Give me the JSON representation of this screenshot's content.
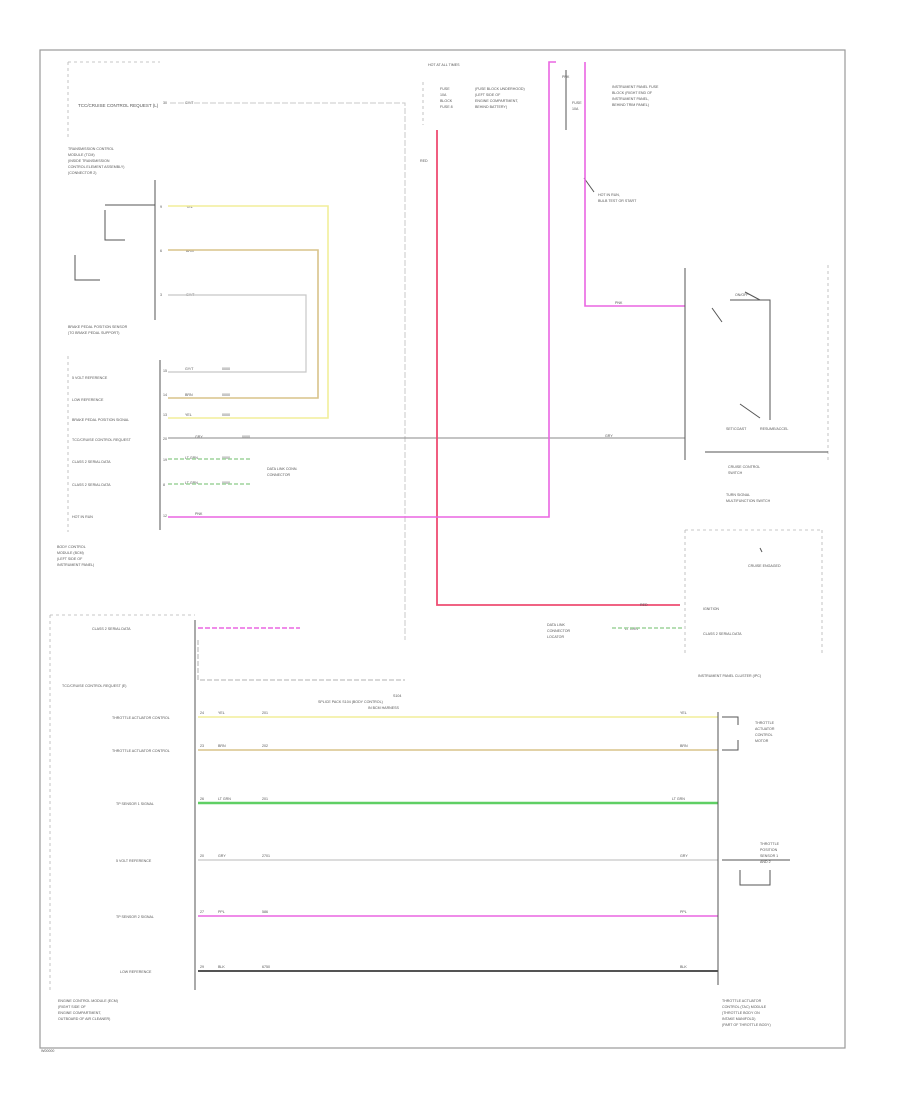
{
  "figure_code": "W00000",
  "colors": {
    "yellow": "#f2ee9a",
    "tan": "#d9c38a",
    "green": "#5fcf64",
    "light_green": "#9ed49c",
    "pink": "#ea66e2",
    "red": "#ee4d72",
    "gray": "#c8c8c8",
    "dark": "#707070",
    "black": "#3c3c3c"
  },
  "top_left": {
    "tcc_request_label": "TCC/CRUISE CONTROL REQUEST (L)",
    "pin": "30",
    "wire": "GY/T"
  },
  "tcm_block": {
    "title_lines": [
      "TRANSMISSION CONTROL",
      "MODULE (TCM)",
      "(INSIDE TRANSMISSION",
      "CONTROL ELEMENT ASSEMBLY)",
      "(CONNECTOR 2)"
    ],
    "pins": [
      {
        "pin": "9",
        "wire": "YEL"
      },
      {
        "pin": "6",
        "wire": "BRN"
      },
      {
        "pin": "3",
        "wire": "GY/T"
      }
    ]
  },
  "brake_switch_label": [
    "BRAKE PEDAL POSITION SENSOR",
    "(TO BRAKE PEDAL SUPPORT)"
  ],
  "module_signals": [
    {
      "label": "5 VOLT REFERENCE",
      "pin": "15",
      "wire": "GY/T",
      "code": "0000"
    },
    {
      "label": "LOW REFERENCE",
      "pin": "14",
      "wire": "BRN",
      "code": "0000"
    },
    {
      "label": "BRAKE PEDAL POSITION SIGNAL",
      "pin": "13",
      "wire": "YEL",
      "code": "0000"
    },
    {
      "label": "TCC/CRUISE CONTROL REQUEST",
      "pin": "20",
      "wire": "GRY",
      "code": "0000"
    },
    {
      "label": "CLASS 2 SERIAL DATA",
      "pin": "19",
      "wire": "LT GRN",
      "code": "0000"
    },
    {
      "label": "CLASS 2 SERIAL DATA",
      "pin": "8",
      "wire": "LT GRN",
      "code": "0000"
    },
    {
      "label": "HOT IN RUN",
      "pin": "12",
      "wire": "PNK",
      "code": ""
    }
  ],
  "data_link_label": [
    "DATA LINK CONN.",
    "CONNECTOR"
  ],
  "bcm_label": [
    "BODY CONTROL",
    "MODULE (BCM)",
    "(LEFT SIDE OF",
    "INSTRUMENT PANEL)"
  ],
  "hot_at_all_times": {
    "title": "HOT AT ALL TIMES",
    "fuse_lines": [
      "FUSE",
      "10A",
      "BLOCK",
      "FUSE 8"
    ],
    "desc_lines": [
      "(FUSE BLOCK UNDERHOOD)",
      "(LEFT SIDE OF",
      "ENGINE COMPARTMENT,",
      "BEHIND BATTERY)"
    ],
    "wire": "RED"
  },
  "hot_in_run": {
    "fuse_lines": [
      "PNK",
      "FUSE",
      "10A"
    ],
    "desc_lines": [
      "INSTRUMENT PANEL FUSE",
      "BLOCK (RIGHT END OF",
      "INSTRUMENT PANEL,",
      "BEHIND TRIM PANEL)"
    ],
    "wire_note": [
      "HOT IN RUN,",
      "BULB TEST OR START"
    ]
  },
  "cruise_switch": {
    "wire": "PNK",
    "label": [
      "CRUISE CONTROL",
      "SWITCH"
    ],
    "subtitle": [
      "TURN SIGNAL",
      "MULTIFUNCTION SWITCH"
    ],
    "contacts": [
      "ON/OFF",
      "SET/COAST",
      "RESUME/ACCEL"
    ],
    "gry_wire": "GRY"
  },
  "cluster": {
    "label": "INSTRUMENT PANEL CLUSTER (IPC)",
    "items": [
      "CRUISE ENGAGED",
      "IGNITION",
      "CLASS 2 SERIAL DATA"
    ],
    "wire_red": "RED",
    "wire_grn": "LT GRN",
    "dlc_lines": [
      "DATA LINK",
      "CONNECTOR",
      "LOCATOR"
    ]
  },
  "ecm_block": {
    "tcc_label": "TCC/CRUISE CONTROL REQUEST (E)",
    "class2_label": "CLASS 2 SERIAL DATA",
    "splice_label": [
      "S104",
      "SPLICE PACK S104 (BODY CONTROL)",
      "IN BCM HARNESS"
    ],
    "rows": [
      {
        "label": "THROTTLE ACTUATOR CONTROL",
        "pin": "24",
        "wire": "YEL",
        "code": "201"
      },
      {
        "label": "THROTTLE ACTUATOR CONTROL",
        "pin": "23",
        "wire": "BRN",
        "code": "202"
      },
      {
        "label": "TP SENSOR 1 SIGNAL",
        "pin": "26",
        "wire": "LT GRN",
        "code": "201"
      },
      {
        "label": "5 VOLT REFERENCE",
        "pin": "20",
        "wire": "GRY",
        "code": "2701"
      },
      {
        "label": "TP SENSOR 2 SIGNAL",
        "pin": "27",
        "wire": "PPL",
        "code": "586"
      },
      {
        "label": "LOW REFERENCE",
        "pin": "29",
        "wire": "BLK",
        "code": "6750"
      }
    ],
    "title_lines": [
      "ENGINE CONTROL MODULE (ECM)",
      "(RIGHT SIDE OF",
      "ENGINE COMPARTMENT,",
      "OUTBOARD OF AIR CLEANER)"
    ]
  },
  "throttle_body": {
    "motor_label": [
      "THROTTLE",
      "ACTUATOR",
      "CONTROL",
      "MOTOR"
    ],
    "sensor_label": [
      "THROTTLE",
      "POSITION",
      "SENSOR 1",
      "AND 2"
    ],
    "title_lines": [
      "THROTTLE ACTUATOR",
      "CONTROL (TAC) MODULE",
      "(THROTTLE BODY ON",
      "INTAKE MANIFOLD)",
      "(PART OF THROTTLE BODY)"
    ]
  }
}
